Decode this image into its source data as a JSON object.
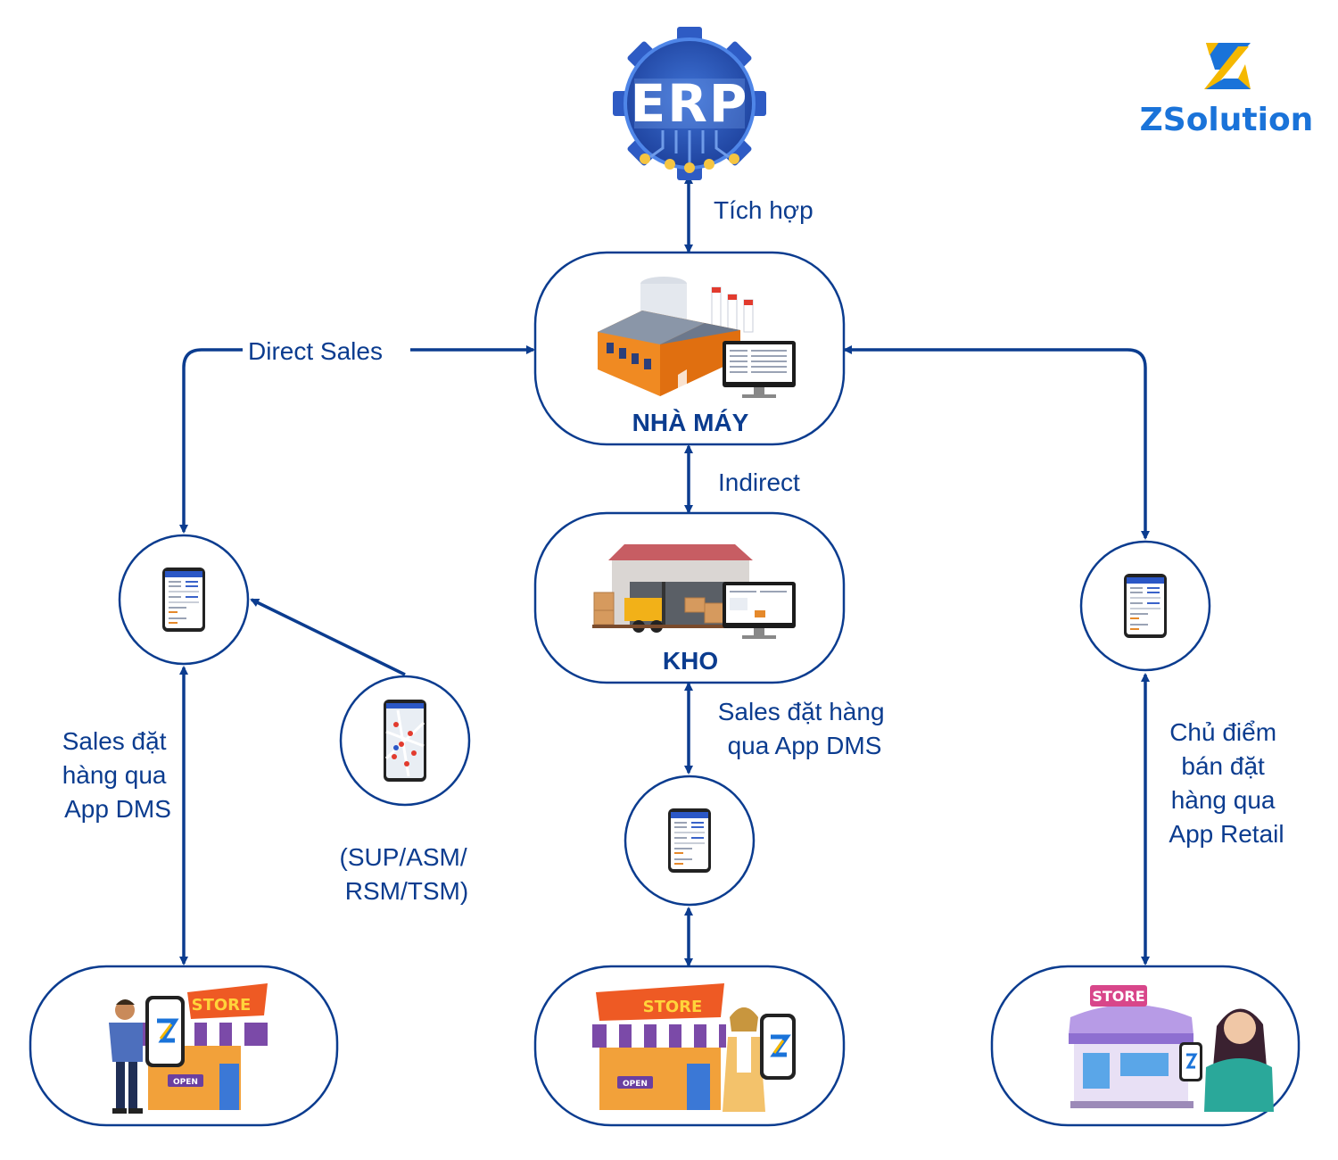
{
  "brand": {
    "name": "ZSolution"
  },
  "erp": {
    "label": "ERP"
  },
  "nodes": {
    "factory": {
      "title": "NHÀ MÁY"
    },
    "warehouse": {
      "title": "KHO"
    }
  },
  "edges": {
    "integration": "Tích hợp",
    "direct_sales": "Direct Sales",
    "indirect": "Indirect",
    "dms_left": [
      "Sales đặt",
      "hàng qua",
      "App DMS"
    ],
    "sup_roles": [
      "(SUP/ASM/",
      "RSM/TSM)"
    ],
    "dms_center": [
      "Sales đặt hàng",
      "qua App DMS"
    ],
    "retail_right": [
      "Chủ điểm",
      "bán đặt",
      "hàng qua",
      "App Retail"
    ]
  },
  "icons": {
    "stores": {
      "store_sign": "STORE",
      "open_sign": "OPEN"
    }
  },
  "colors": {
    "line": "#0b3c8f",
    "accent_orange": "#f07d1a",
    "brand_blue": "#1a73d9",
    "brand_yellow": "#f5b800"
  }
}
